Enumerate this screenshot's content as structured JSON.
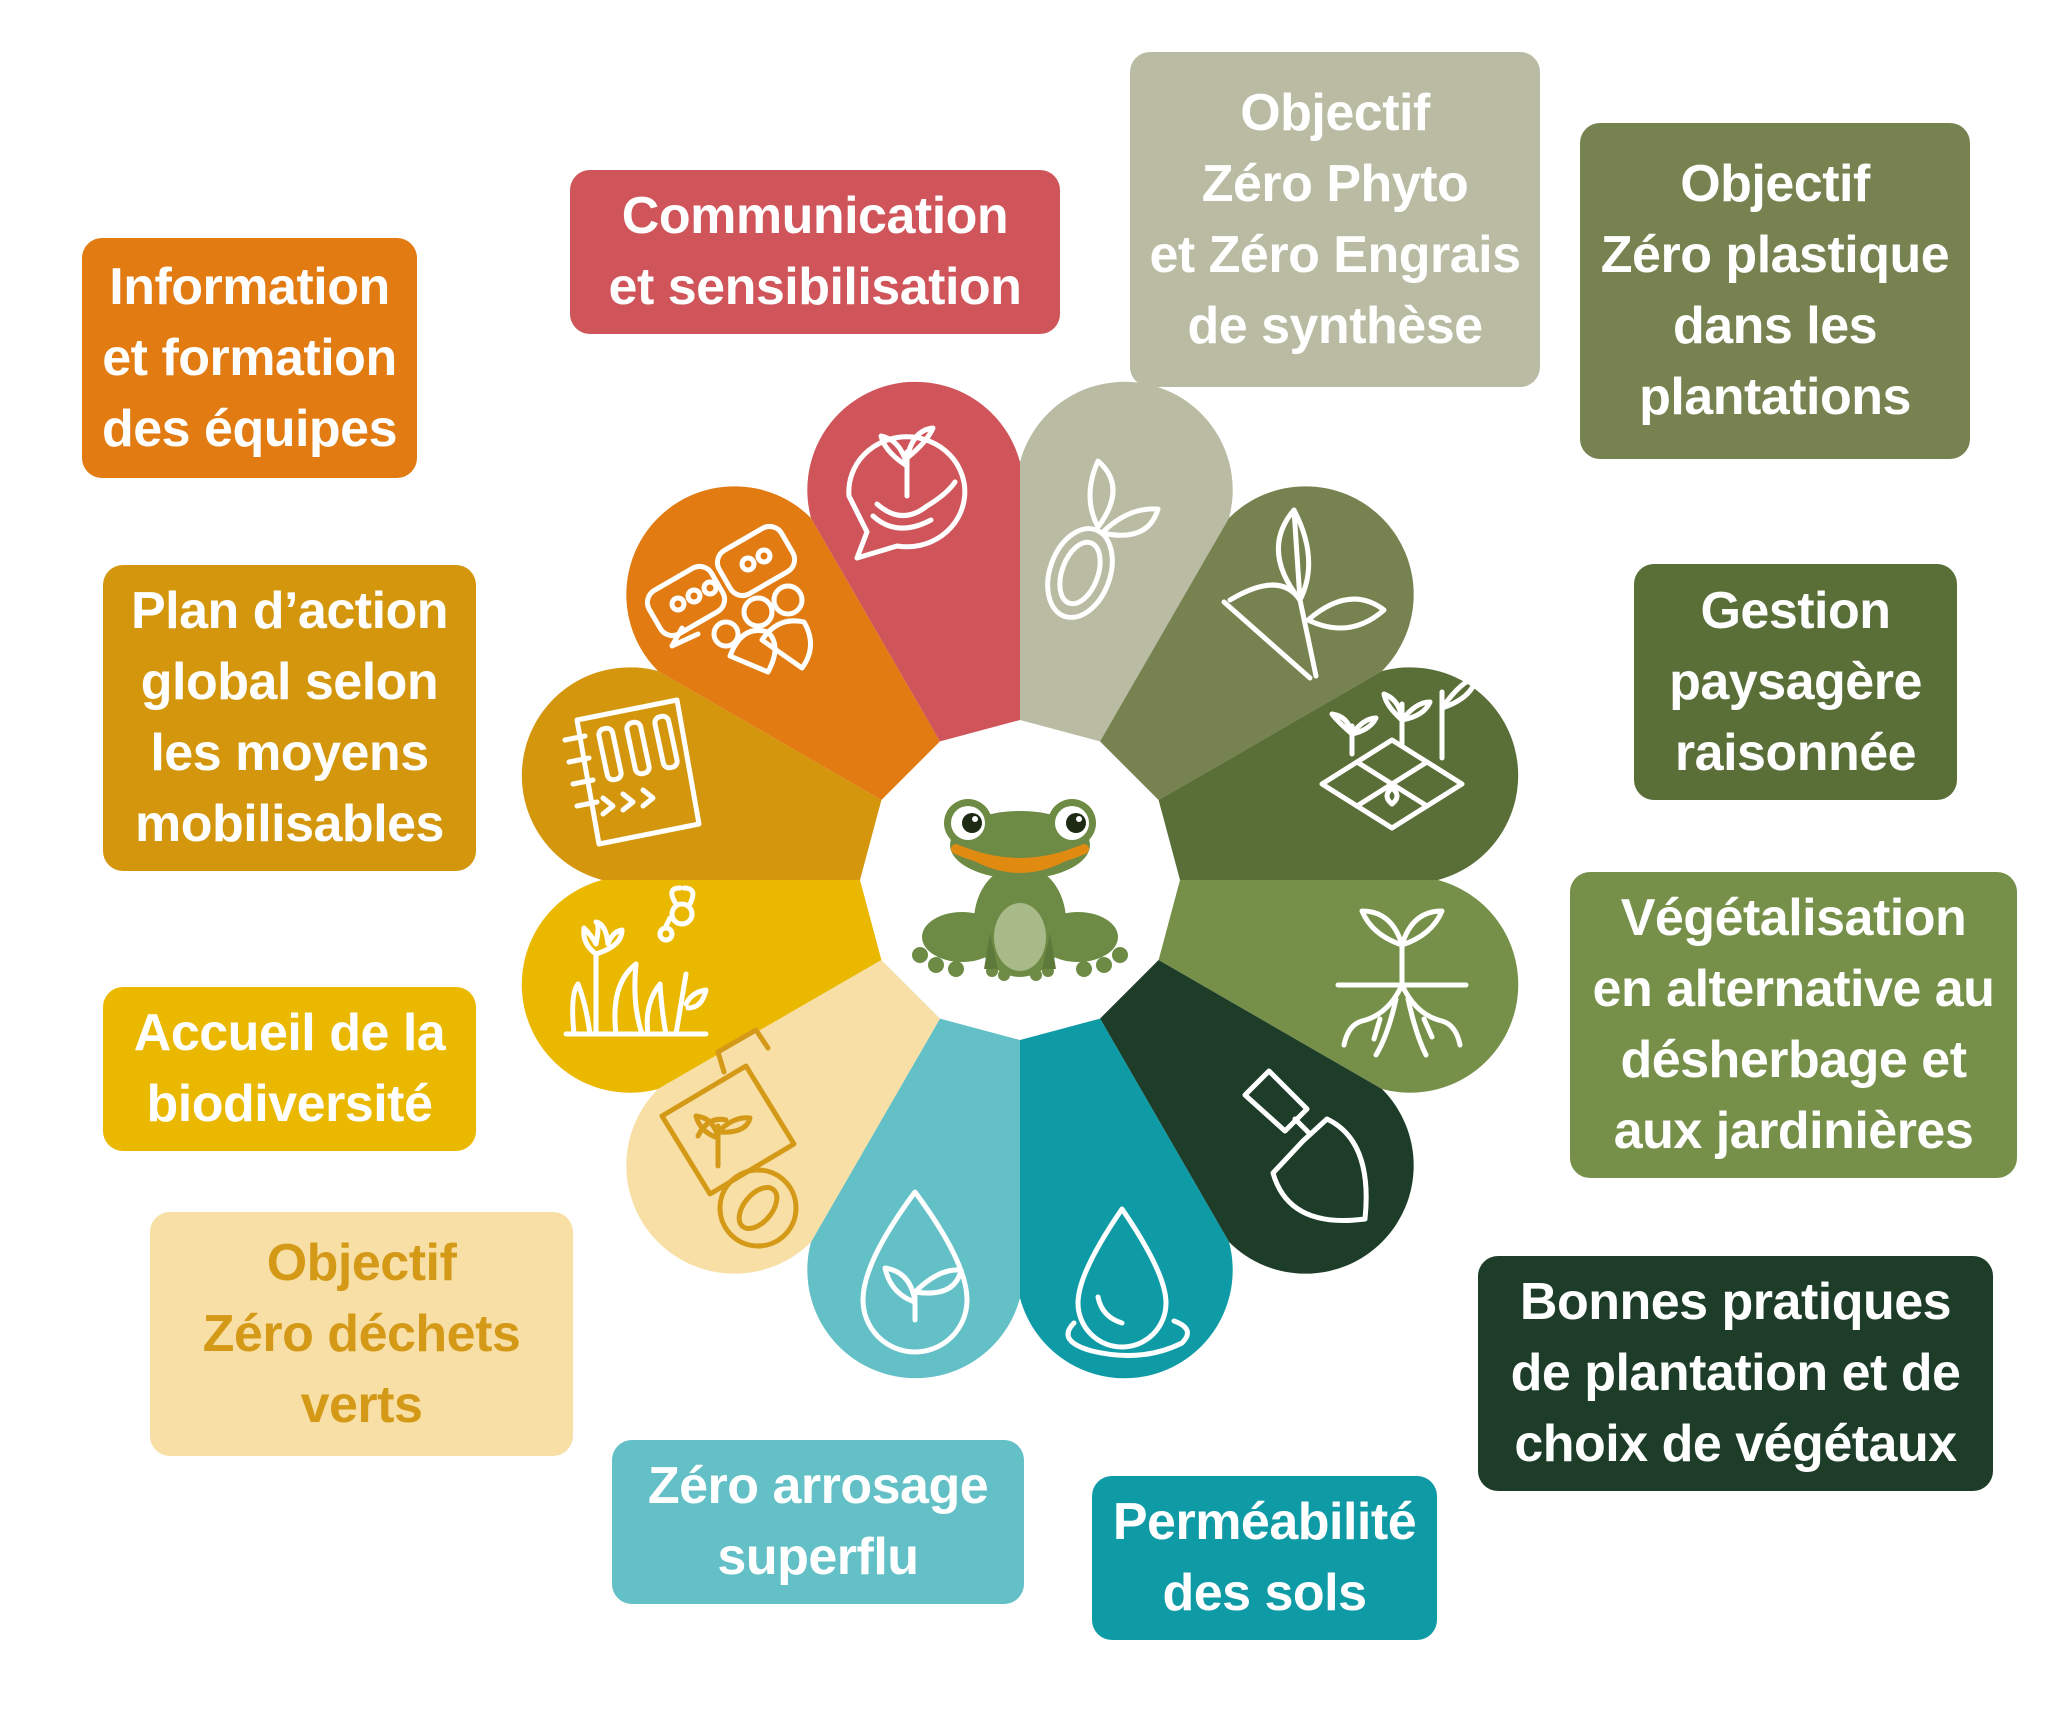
{
  "colors": {
    "communication": "#D0555B",
    "information": "#E17B12",
    "plan": "#D4960C",
    "accueil": "#EBB800",
    "dechets": "#F8DFA6",
    "dechets_text": "#D49A17",
    "arrosage": "#62C0C6",
    "permeabilite": "#0E9BA6",
    "bonnes_pratiques": "#1D3D29",
    "vegetalisation": "#76904A",
    "gestion": "#5A6E38",
    "plastique": "#76824F",
    "phyto": "#B9BBA2",
    "frog_body": "#6E8B45",
    "frog_mouth": "#E08A12"
  },
  "center": {
    "icon": "frog-icon"
  },
  "labels": [
    {
      "key": "communication",
      "text": "Communication\net sensibilisation",
      "icon": "hand-seedling-speech-icon"
    },
    {
      "key": "phyto",
      "text": "Objectif\nZéro Phyto\net Zéro Engrais\nde synthèse",
      "icon": "zero-leaf-icon"
    },
    {
      "key": "plastique",
      "text": "Objectif\nZéro plastique\ndans les\nplantations",
      "icon": "sprouting-plant-icon"
    },
    {
      "key": "gestion",
      "text": "Gestion\npaysagère\nraisonnée",
      "icon": "garden-plot-icon"
    },
    {
      "key": "vegetalisation",
      "text": "Végétalisation\nen alternative au\ndésherbage et\naux jardinières",
      "icon": "seedling-roots-icon"
    },
    {
      "key": "bonnes_pratiques",
      "text": "Bonnes pratiques\nde plantation et de\nchoix de végétaux",
      "icon": "trowel-icon"
    },
    {
      "key": "permeabilite",
      "text": "Perméabilité\ndes sols",
      "icon": "water-drop-soil-icon"
    },
    {
      "key": "arrosage",
      "text": "Zéro arrosage\nsuperflu",
      "icon": "water-drop-leaf-icon"
    },
    {
      "key": "dechets",
      "text": "Objectif\nZéro déchets\nverts",
      "icon": "compost-bin-icon"
    },
    {
      "key": "accueil",
      "text": "Accueil de la\nbiodiversité",
      "icon": "flowers-grass-bee-icon"
    },
    {
      "key": "plan",
      "text": "Plan d’action\nglobal selon\nles moyens\nmobilisables",
      "icon": "notebook-plan-icon"
    },
    {
      "key": "information",
      "text": "Information\net formation\ndes équipes",
      "icon": "team-chat-icon"
    }
  ]
}
